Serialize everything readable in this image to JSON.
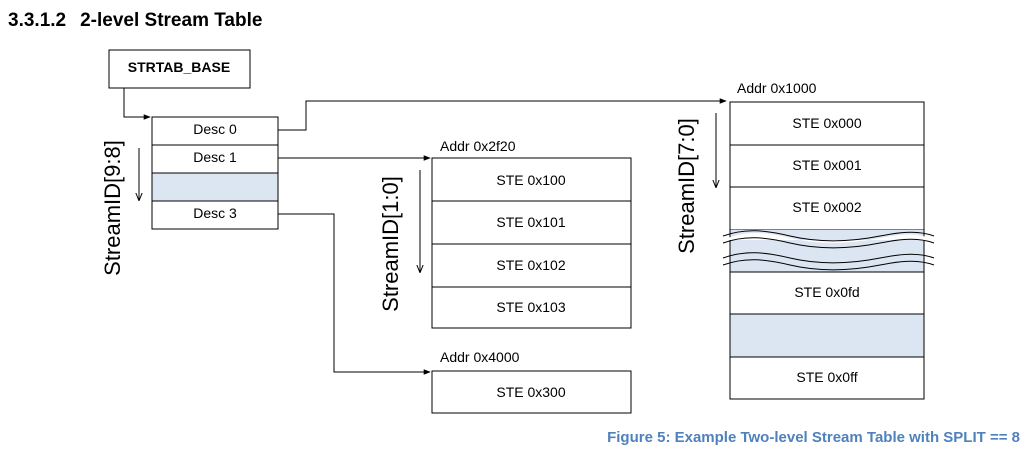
{
  "heading": {
    "number": "3.3.1.2",
    "title": "2-level Stream Table"
  },
  "diagram": {
    "base_box": "STRTAB_BASE",
    "level1": {
      "index_label": "StreamID[9:8]",
      "rows": [
        "Desc 0",
        "Desc 1",
        "",
        "Desc 3"
      ]
    },
    "table_2f20": {
      "addr": "Addr 0x2f20",
      "index_label": "StreamID[1:0]",
      "rows": [
        "STE 0x100",
        "STE 0x101",
        "STE 0x102",
        "STE 0x103"
      ]
    },
    "table_4000": {
      "addr": "Addr 0x4000",
      "rows": [
        "STE 0x300"
      ]
    },
    "table_1000": {
      "addr": "Addr 0x1000",
      "index_label": "StreamID[7:0]",
      "rows": [
        "STE 0x000",
        "STE 0x001",
        "STE 0x002",
        "",
        "STE 0x0fd",
        "",
        "STE 0x0ff"
      ]
    },
    "colors": {
      "shaded_cell": "#dce6f2",
      "caption": "#4f81bd",
      "line": "#000000"
    }
  },
  "caption": "Figure 5: Example Two-level Stream Table with SPLIT == 8"
}
